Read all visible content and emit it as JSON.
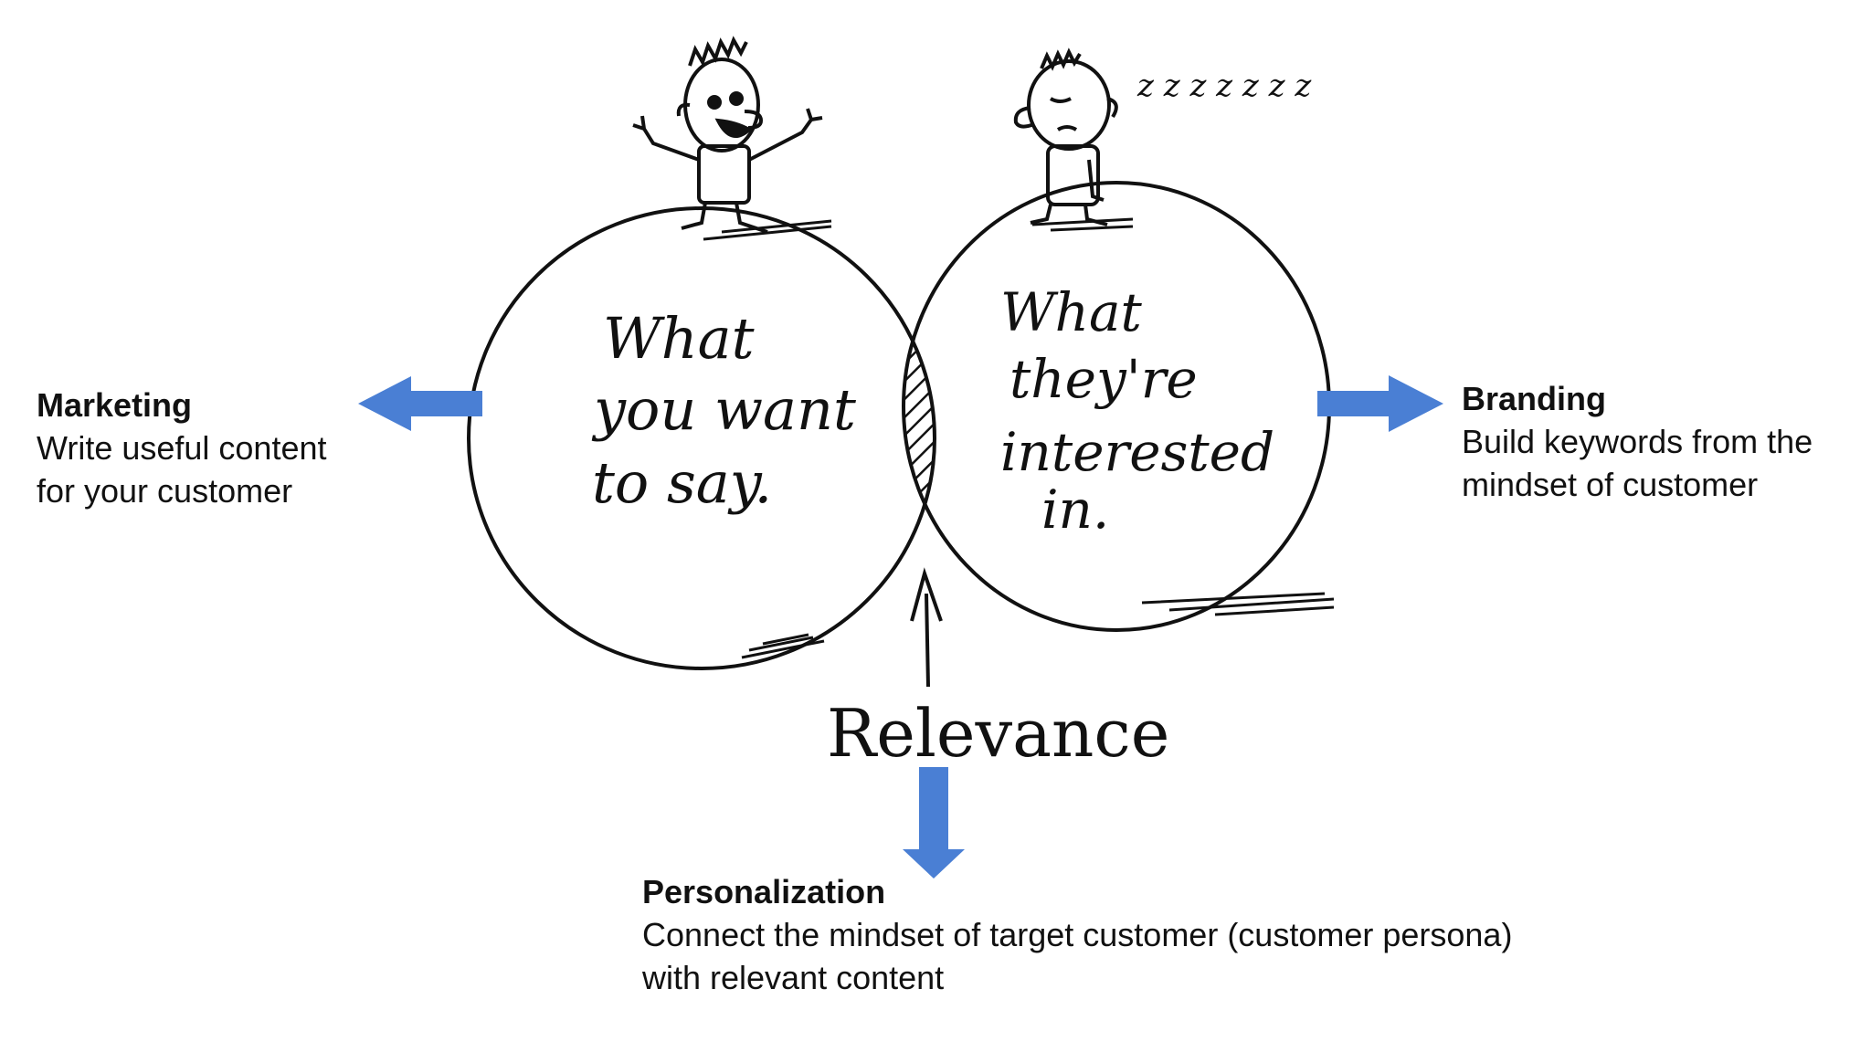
{
  "sketch": {
    "left_circle_lines": [
      "What",
      "you want",
      "to say."
    ],
    "right_circle_lines": [
      "What",
      "they're",
      "interested",
      "in."
    ],
    "sleep_text": "z z z z z z z",
    "intersection_label": "Relevance"
  },
  "notes": {
    "marketing": {
      "title": "Marketing",
      "lines": [
        "Write useful content",
        "for your customer"
      ]
    },
    "branding": {
      "title": "Branding",
      "lines": [
        "Build keywords from the",
        "mindset of customer"
      ]
    },
    "personalization": {
      "title": "Personalization",
      "lines": [
        "Connect the mindset of target customer (customer persona)",
        "with relevant content"
      ]
    }
  },
  "colors": {
    "arrow": "#4a7fd4",
    "ink": "#111111"
  },
  "icons": [
    "excited-person-icon",
    "sleeping-person-icon",
    "arrow-left-icon",
    "arrow-right-icon",
    "arrow-down-icon",
    "arrow-up-icon"
  ]
}
